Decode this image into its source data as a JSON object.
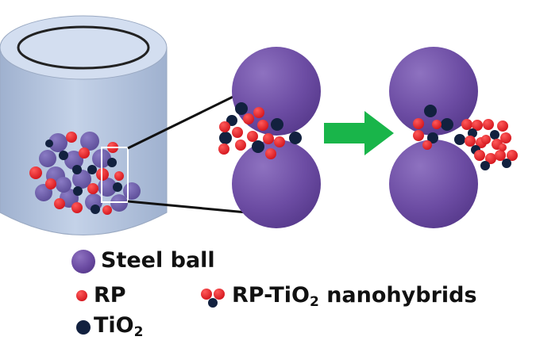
{
  "legend": {
    "steel_ball": "Steel ball",
    "rp": "RP",
    "hybrid_prefix": "RP-TiO",
    "hybrid_sub": "2",
    "hybrid_suffix": " nanohybrids",
    "tio2_prefix": "TiO",
    "tio2_sub": "2"
  },
  "colors": {
    "steel_ball": "#6b4aa0",
    "rp": "#e3202a",
    "tio2": "#12213f",
    "jar_body": "#b7c6de",
    "jar_top": "#d3def0",
    "arrow": "#19b54a"
  },
  "icons": {
    "arrow": "right-arrow-icon",
    "jar": "milling-jar-icon"
  }
}
